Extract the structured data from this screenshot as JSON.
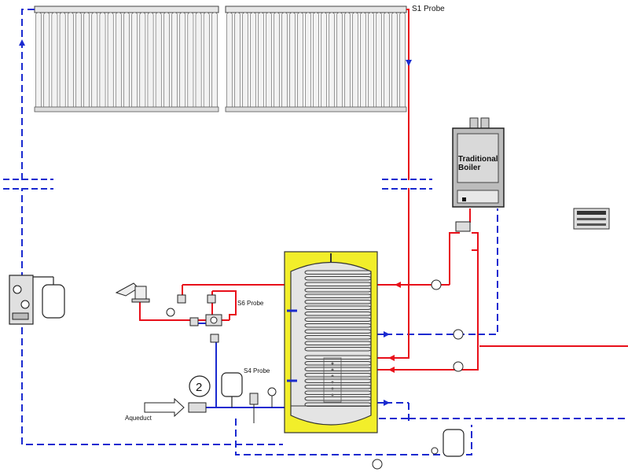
{
  "labels": {
    "s1_probe": "S1 Probe",
    "s6_probe": "S6 Probe",
    "s4_probe": "S4 Probe",
    "aqueduct": "Aqueduct",
    "boiler_line1": "Traditional",
    "boiler_line2": "Boiler",
    "valve_number": "2"
  },
  "colors": {
    "hot": "#e8101a",
    "cold": "#1a2ad0",
    "tank_insulation": "#f2ee2a",
    "boiler_body": "#bcbcbc"
  }
}
